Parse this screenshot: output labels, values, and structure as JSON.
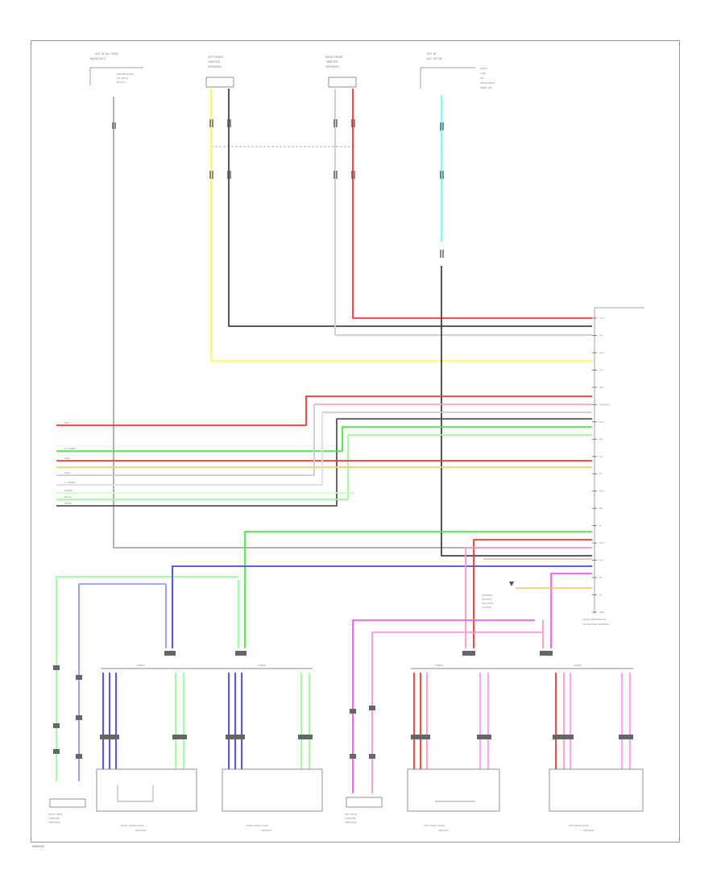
{
  "diagram": {
    "footer_code": "W00000",
    "top_components": {
      "hot_at_all_times": [
        "HOT AT ALL TIMES",
        "RADIO NO.2"
      ],
      "fuse_block_note": [
        "ENGINE ROOM",
        "J/B (RELAY",
        "BLOCK)"
      ],
      "left_front_tweeter": [
        "LEFT FRONT",
        "TWEETER",
        "(SPEAKER)"
      ],
      "right_front_tweeter": [
        "RIGHT FRONT",
        "TWEETER",
        "(SPEAKER)"
      ],
      "hot_in_acc": [
        "HOT IN",
        "ACC OR ON"
      ],
      "acc_fuse_note": [
        "RADIO",
        "FUSE",
        "(IN",
        "INSTRUMENT",
        "PANEL J/B)"
      ]
    },
    "unit_label": [
      "RADIO RECEIVER W/",
      "NAVIGATION ASSEMBLY"
    ],
    "unit_pins": [
      "TW+",
      "TW-",
      "TW+",
      "TW-",
      "SW",
      "SPEAKER",
      "FR+",
      "FR-",
      "FL+",
      "FL-",
      "RR+",
      "RR-",
      "B",
      "ACC",
      "RL+",
      "RL-",
      "ILL",
      "GND"
    ],
    "left_harness_labels": [
      "RED",
      "LT GREEN",
      "PINK",
      "GRAY",
      "LT GREEN",
      "GREEN",
      "BLACK",
      "WHITE"
    ],
    "note_text": [
      "ANTENNA",
      "MODULE",
      "(W/ AUDIO",
      "SYSTEM)"
    ],
    "bottom_components": {
      "right_rear_tweeter": [
        "RIGHT REAR",
        "TWEETER",
        "(SPEAKER)"
      ],
      "right_front_door_speaker": [
        "RIGHT FRONT DOOR",
        "SPEAKER"
      ],
      "right_rear_door_speaker": [
        "RIGHT REAR DOOR",
        "SPEAKER"
      ],
      "left_rear_tweeter": [
        "LEFT REAR",
        "TWEETER",
        "(SPEAKER)"
      ],
      "left_front_door_speaker": [
        "LEFT FRONT DOOR",
        "SPEAKER"
      ],
      "left_rear_door_speaker": [
        "LEFT REAR DOOR",
        "SPEAKER"
      ]
    },
    "bus_labels": [
      "SHIELD",
      "SHIELD",
      "SHIELD",
      "SHIELD"
    ],
    "colors": {
      "red": "#ff3333",
      "yellow": "#ffff55",
      "cyan": "#66ffff",
      "green": "#44ee44",
      "ltgreen": "#99ff99",
      "blue": "#4444ff",
      "ltblue": "#9999ff",
      "magenta": "#ff55ff",
      "pink": "#ff99cc",
      "gray": "#999999",
      "black": "#333333",
      "orange": "#ffcc66"
    }
  }
}
